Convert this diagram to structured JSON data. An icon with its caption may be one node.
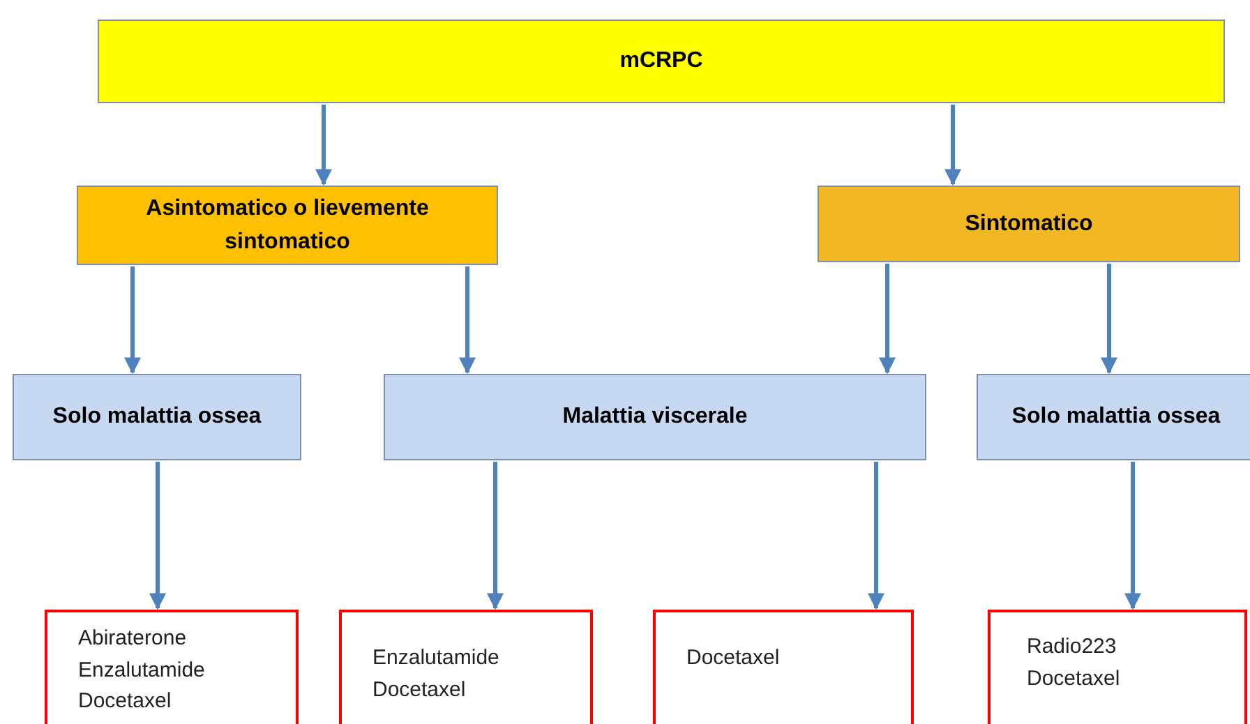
{
  "diagram": {
    "nodes": [
      {
        "text": [
          "mCRPC"
        ]
      },
      {
        "text": [
          "Asintomatico o lievemente sintomatico"
        ]
      },
      {
        "text": [
          "Sintomatico"
        ]
      },
      {
        "text": [
          "Solo malattia ossea"
        ]
      },
      {
        "text": [
          "Malattia viscerale"
        ]
      },
      {
        "text": [
          "Solo malattia ossea"
        ]
      },
      {
        "text": [
          "Abiraterone",
          "Enzalutamide",
          "Docetaxel"
        ]
      },
      {
        "text": [
          "Enzalutamide",
          "Docetaxel"
        ]
      },
      {
        "text": [
          "Docetaxel"
        ]
      },
      {
        "text": [
          "Radio223",
          "Docetaxel"
        ]
      }
    ],
    "edges": [
      {
        "from": 0,
        "to": 1,
        "arrow": "to"
      },
      {
        "from": 0,
        "to": 2,
        "arrow": "to"
      },
      {
        "from": 1,
        "to": 3,
        "arrow": "to"
      },
      {
        "from": 1,
        "to": 4,
        "arrow": "to"
      },
      {
        "from": 2,
        "to": 4,
        "arrow": "to"
      },
      {
        "from": 2,
        "to": 5,
        "arrow": "to"
      },
      {
        "from": 3,
        "to": 6,
        "arrow": "to"
      },
      {
        "from": 4,
        "to": 7,
        "arrow": "to"
      },
      {
        "from": 4,
        "to": 8,
        "arrow": "to"
      },
      {
        "from": 5,
        "to": 9,
        "arrow": "to"
      }
    ]
  }
}
